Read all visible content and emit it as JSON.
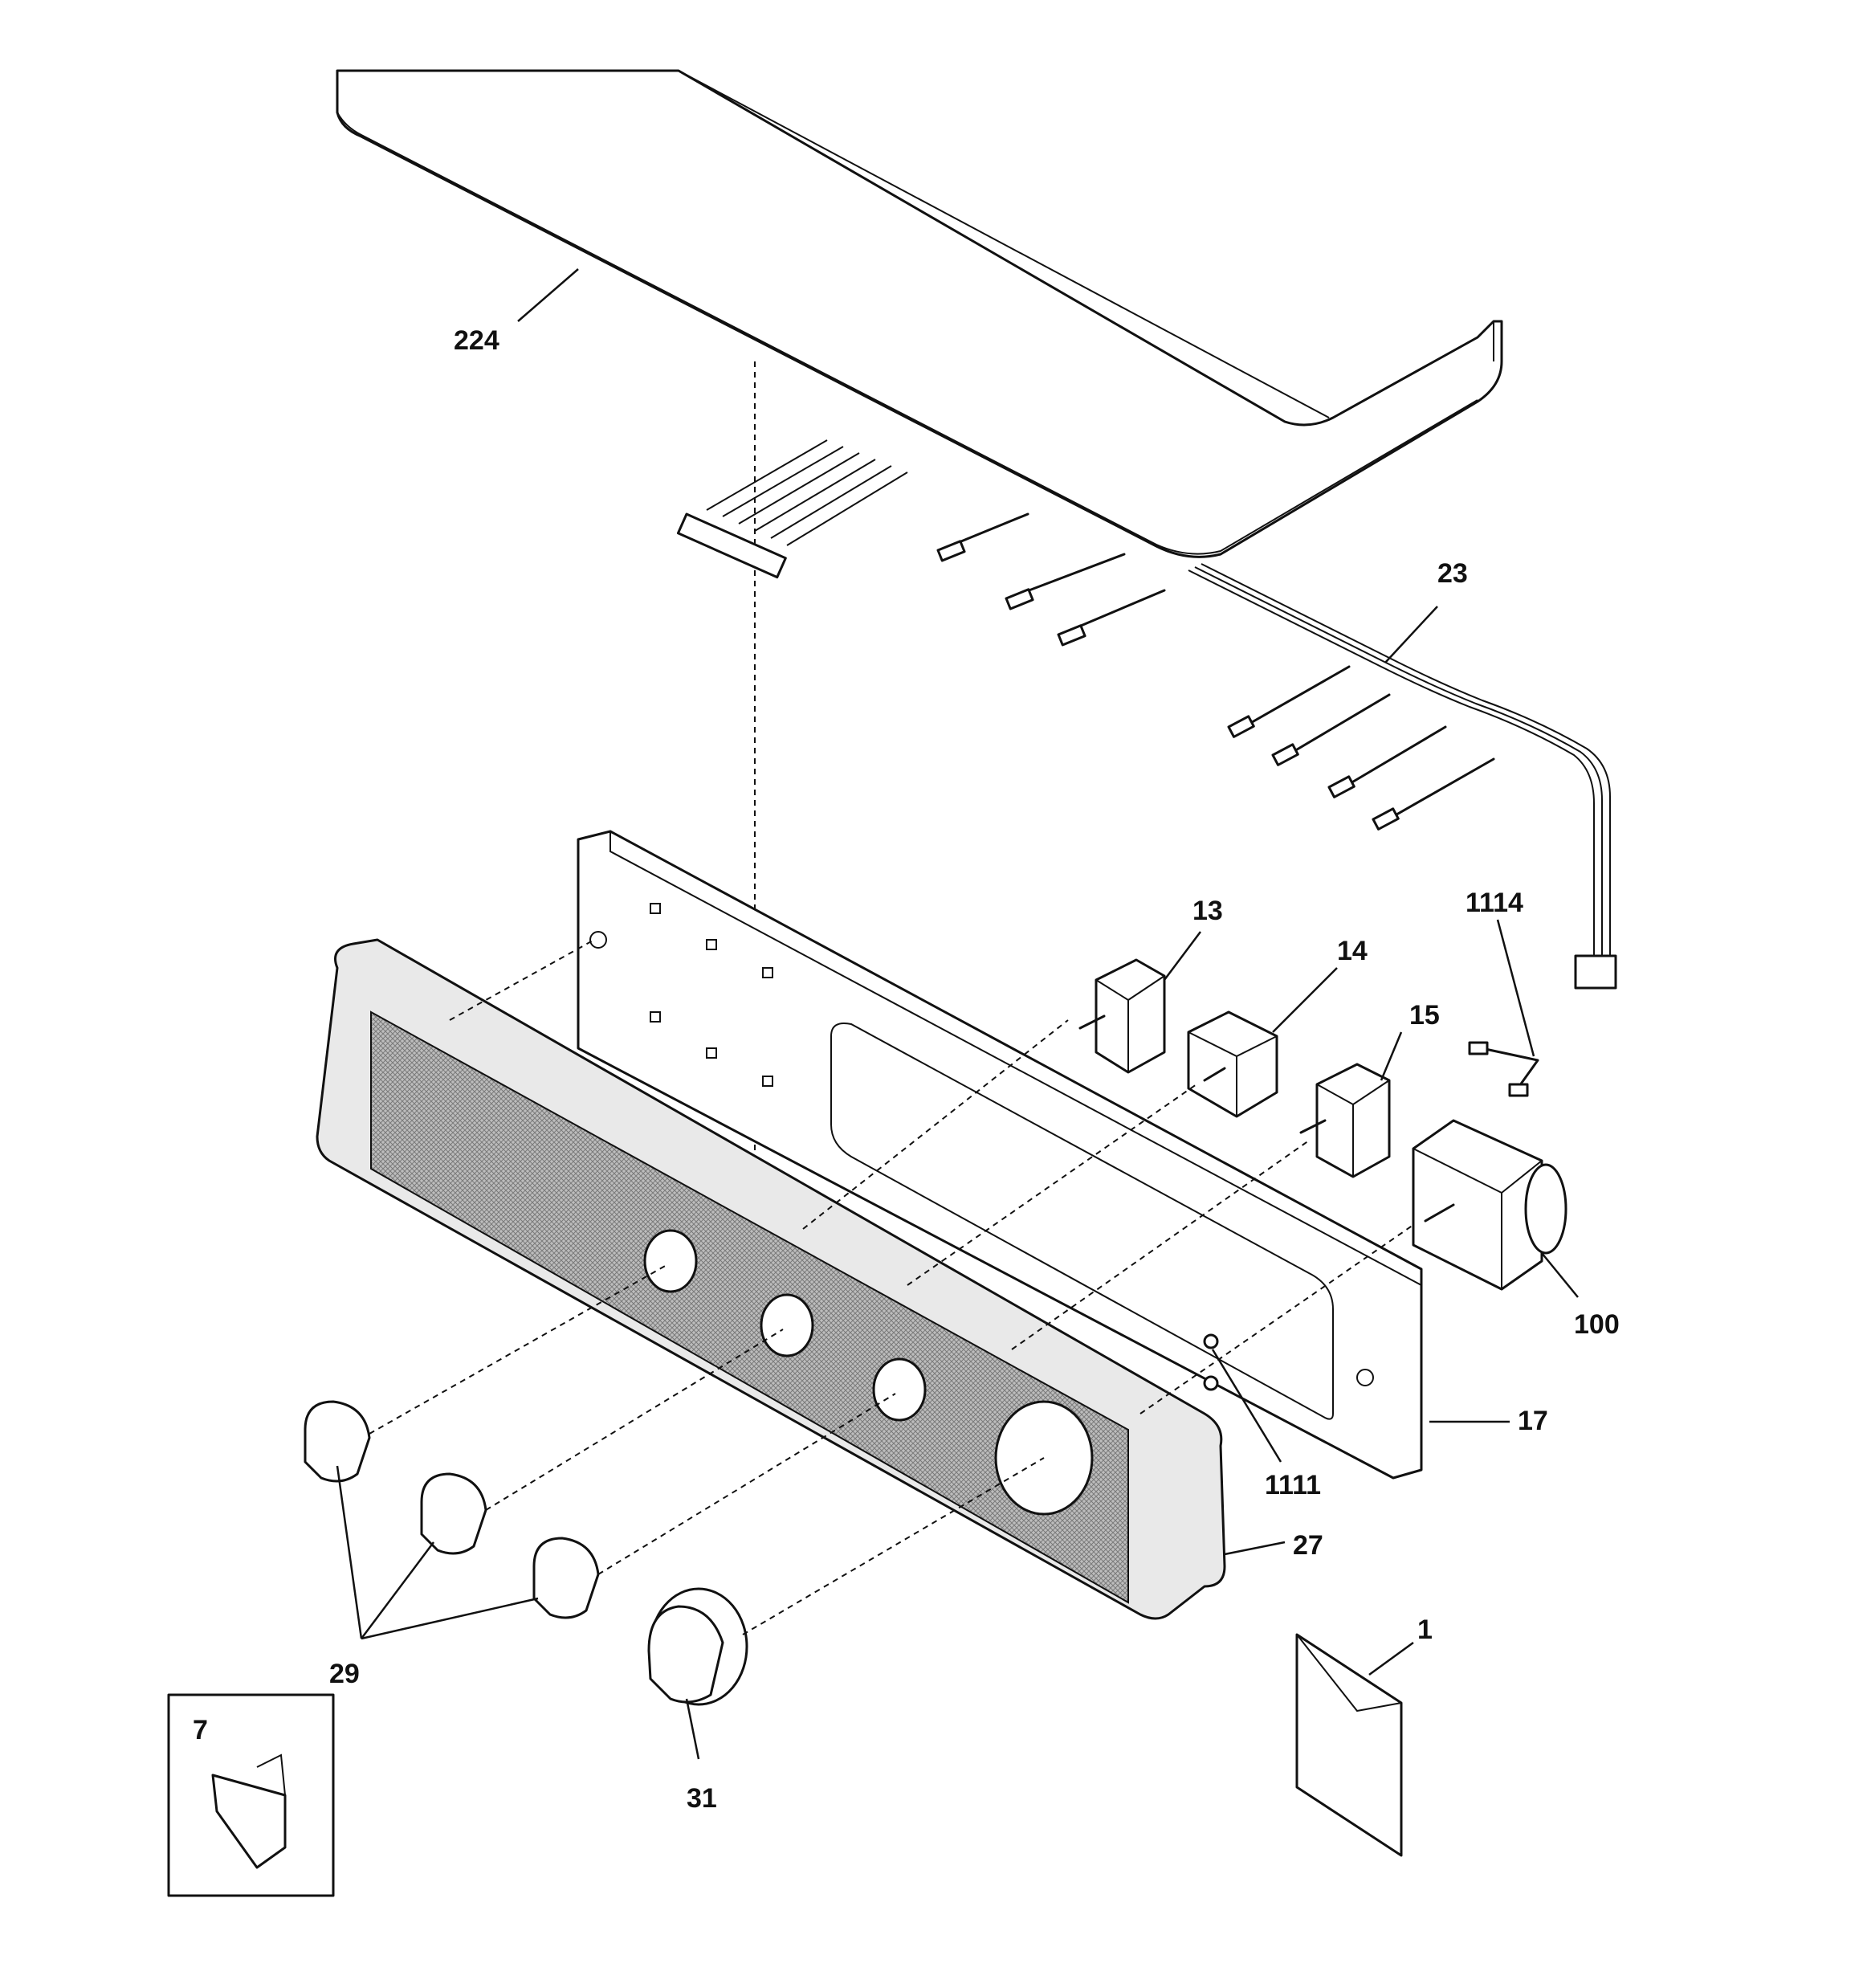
{
  "diagram": {
    "part_labels": {
      "top_panel": "224",
      "wire_harness": "23",
      "switch_a": "13",
      "switch_b": "14",
      "switch_c": "15",
      "jumper": "1114",
      "timer": "100",
      "control_panel": "17",
      "screw": "1111",
      "console_panel": "27",
      "knobs": "29",
      "timer_knob": "31",
      "clip": "7",
      "literature": "1"
    }
  }
}
